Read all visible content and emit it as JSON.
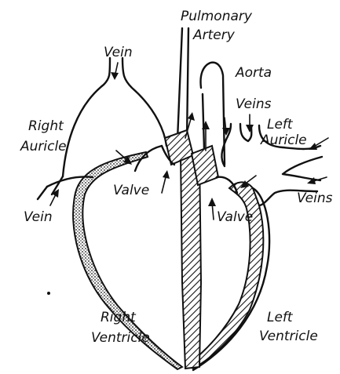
{
  "labels": {
    "pulmonary_line1": "Pulmonary",
    "pulmonary_line2": "Artery",
    "aorta": "Aorta",
    "vein_top": "Vein",
    "veins_top": "Veins",
    "left_auricle_line1": "Left",
    "left_auricle_line2": "Auricle",
    "right_auricle_line1": "Right",
    "right_auricle_line2": "Auricle",
    "valve_right": "Valve",
    "valve_left": "Valve",
    "veins_right": "Veins",
    "vein_bottom": "Vein",
    "right_ventricle_line1": "Right",
    "right_ventricle_line2": "Ventricle",
    "left_ventricle_line1": "Left",
    "left_ventricle_line2": "Ventricle"
  },
  "colors": {
    "ink": "#111111",
    "background": "#ffffff"
  }
}
